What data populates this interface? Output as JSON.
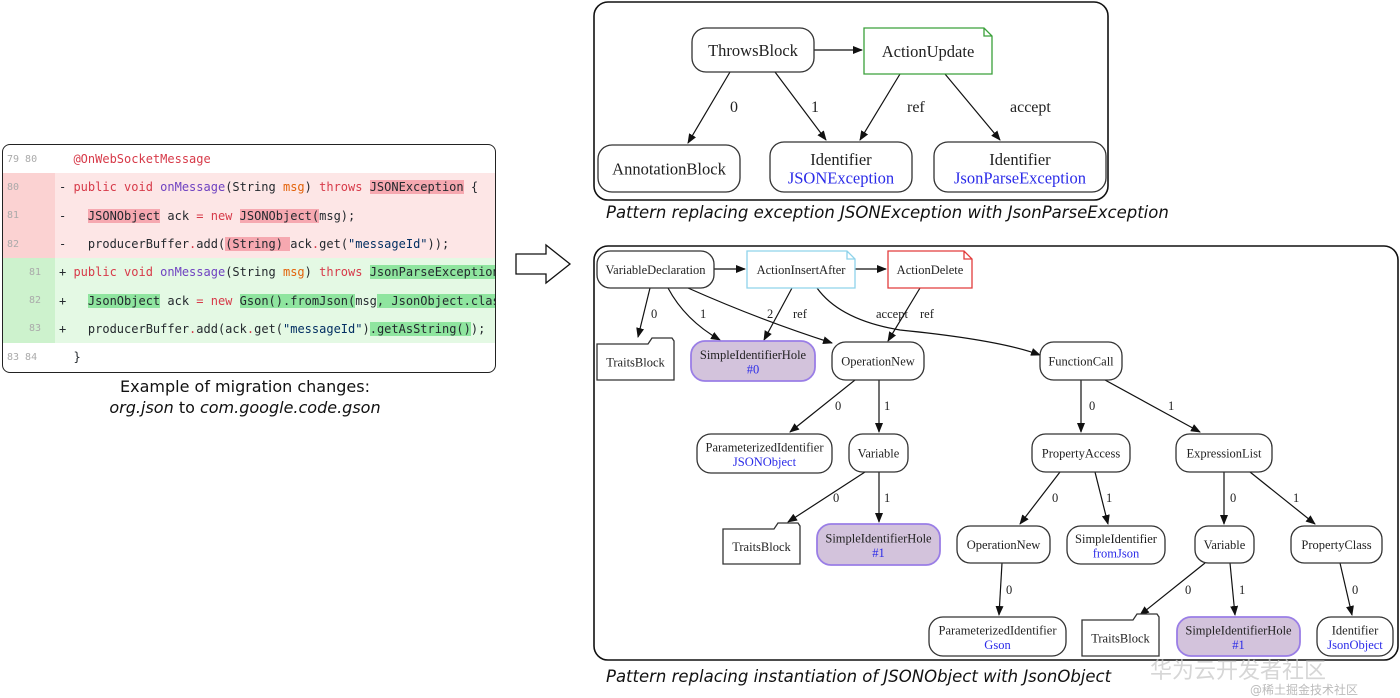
{
  "code_diff": {
    "rows": [
      {
        "type": "ctx",
        "num": "79 80",
        "tokens": [
          [
            "  ",
            ""
          ],
          [
            "@OnWebSocketMessage",
            "t-ann"
          ]
        ]
      },
      {
        "type": "del",
        "num": "80",
        "tokens": [
          [
            "- ",
            ""
          ],
          [
            "public void ",
            "t-kw"
          ],
          [
            "onMessage",
            "t-fn"
          ],
          [
            "(String ",
            ""
          ],
          [
            "msg",
            "t-var"
          ],
          [
            ") ",
            ""
          ],
          [
            "throws ",
            "t-kw"
          ],
          [
            "JSONException",
            "t-hd"
          ],
          [
            " {",
            ""
          ]
        ]
      },
      {
        "type": "del",
        "num": "81",
        "tokens": [
          [
            "-   ",
            ""
          ],
          [
            "JSONObject",
            "t-hd"
          ],
          [
            " ack ",
            ""
          ],
          [
            "= new ",
            "t-op"
          ],
          [
            "JSONObject(",
            "t-hd"
          ],
          [
            "msg);",
            ""
          ]
        ]
      },
      {
        "type": "del",
        "num": "82",
        "tokens": [
          [
            "-   producerBuffer",
            ""
          ],
          [
            ".",
            "t-op"
          ],
          [
            "add(",
            ""
          ],
          [
            "(String) ",
            "t-hd"
          ],
          [
            "ack",
            ""
          ],
          [
            ".",
            "t-op"
          ],
          [
            "get(",
            ""
          ],
          [
            "\"messageId\"",
            "t-str"
          ],
          [
            "));",
            ""
          ]
        ]
      },
      {
        "type": "add",
        "num": "81",
        "tokens": [
          [
            "+ ",
            ""
          ],
          [
            "public void ",
            "t-kw"
          ],
          [
            "onMessage",
            "t-fn"
          ],
          [
            "(String ",
            ""
          ],
          [
            "msg",
            "t-var"
          ],
          [
            ") ",
            ""
          ],
          [
            "throws ",
            "t-kw"
          ],
          [
            "JsonParseException",
            "t-ha"
          ],
          [
            " {",
            ""
          ]
        ]
      },
      {
        "type": "add",
        "num": "82",
        "tokens": [
          [
            "+   ",
            ""
          ],
          [
            "JsonObject",
            "t-ha"
          ],
          [
            " ack ",
            ""
          ],
          [
            "= new ",
            "t-op"
          ],
          [
            "Gson().fromJson(",
            "t-ha"
          ],
          [
            "msg",
            ""
          ],
          [
            ", JsonObject.class)",
            "t-ha"
          ],
          [
            ";",
            ""
          ]
        ]
      },
      {
        "type": "add",
        "num": "83",
        "tokens": [
          [
            "+   producerBuffer",
            ""
          ],
          [
            ".",
            "t-op"
          ],
          [
            "add(ack",
            ""
          ],
          [
            ".",
            "t-op"
          ],
          [
            "get(",
            ""
          ],
          [
            "\"messageId\"",
            "t-str"
          ],
          [
            ")",
            ""
          ],
          [
            ".getAsString()",
            "t-ha"
          ],
          [
            ");",
            ""
          ]
        ]
      },
      {
        "type": "ctx",
        "num": "83 84",
        "tokens": [
          [
            "  }",
            ""
          ]
        ]
      }
    ],
    "caption_line1": "Example of migration changes:",
    "caption_from": "org.json",
    "caption_to_word": "to",
    "caption_to": "com.google.code.gson"
  },
  "colors": {
    "node_stroke": "#333333",
    "hole_fill": "#d3c3dc",
    "hole_stroke": "#9a7ee6",
    "action_update": "#3aa03a",
    "action_insert": "#8fd3ea",
    "action_delete": "#e23c3c",
    "sub_label": "#2b2be8"
  },
  "diagram_top": {
    "caption": "Pattern replacing exception JSONException with JsonParseException",
    "nodes": {
      "throws": {
        "label": "ThrowsBlock"
      },
      "update": {
        "label": "ActionUpdate"
      },
      "annot": {
        "label": "AnnotationBlock"
      },
      "id1": {
        "label": "Identifier",
        "sub": "JSONException"
      },
      "id2": {
        "label": "Identifier",
        "sub": "JsonParseException"
      }
    },
    "edges": [
      {
        "from": "throws",
        "to": "update",
        "label": ""
      },
      {
        "from": "throws",
        "to": "annot",
        "label": "0"
      },
      {
        "from": "throws",
        "to": "id1",
        "label": "1"
      },
      {
        "from": "update",
        "to": "id1",
        "label": "ref"
      },
      {
        "from": "update",
        "to": "id2",
        "label": "accept"
      }
    ]
  },
  "diagram_bottom": {
    "caption": "Pattern replacing instantiation of JSONObject with JsonObject",
    "nodes": {
      "vd": {
        "label": "VariableDeclaration"
      },
      "aia": {
        "label": "ActionInsertAfter"
      },
      "ad": {
        "label": "ActionDelete"
      },
      "tb1": {
        "label": "TraitsBlock"
      },
      "sih0": {
        "label": "SimpleIdentifierHole",
        "sub": "#0"
      },
      "on1": {
        "label": "OperationNew"
      },
      "fc": {
        "label": "FunctionCall"
      },
      "pi1": {
        "label": "ParameterizedIdentifier",
        "sub": "JSONObject"
      },
      "var1": {
        "label": "Variable"
      },
      "pa": {
        "label": "PropertyAccess"
      },
      "el": {
        "label": "ExpressionList"
      },
      "tb2": {
        "label": "TraitsBlock"
      },
      "sih1": {
        "label": "SimpleIdentifierHole",
        "sub": "#1"
      },
      "on2": {
        "label": "OperationNew"
      },
      "si": {
        "label": "SimpleIdentifier",
        "sub": "fromJson"
      },
      "var2": {
        "label": "Variable"
      },
      "pc": {
        "label": "PropertyClass"
      },
      "pi2": {
        "label": "ParameterizedIdentifier",
        "sub": "Gson"
      },
      "tb3": {
        "label": "TraitsBlock"
      },
      "sih1b": {
        "label": "SimpleIdentifierHole",
        "sub": "#1"
      },
      "ident": {
        "label": "Identifier",
        "sub": "JsonObject"
      }
    },
    "edges": [
      {
        "from": "vd",
        "to": "aia",
        "label": ""
      },
      {
        "from": "aia",
        "to": "ad",
        "label": ""
      },
      {
        "from": "vd",
        "to": "tb1",
        "label": "0"
      },
      {
        "from": "vd",
        "to": "sih0",
        "label": "1"
      },
      {
        "from": "vd",
        "to": "on1",
        "label": "2"
      },
      {
        "from": "aia",
        "to": "sih0",
        "label": "ref"
      },
      {
        "from": "aia",
        "to": "fc",
        "label": "accept"
      },
      {
        "from": "ad",
        "to": "on1",
        "label": "ref"
      },
      {
        "from": "on1",
        "to": "pi1",
        "label": "0"
      },
      {
        "from": "on1",
        "to": "var1",
        "label": "1"
      },
      {
        "from": "fc",
        "to": "pa",
        "label": "0"
      },
      {
        "from": "fc",
        "to": "el",
        "label": "1"
      },
      {
        "from": "var1",
        "to": "tb2",
        "label": "0"
      },
      {
        "from": "var1",
        "to": "sih1",
        "label": "1"
      },
      {
        "from": "pa",
        "to": "on2",
        "label": "0"
      },
      {
        "from": "pa",
        "to": "si",
        "label": "1"
      },
      {
        "from": "el",
        "to": "var2",
        "label": "0"
      },
      {
        "from": "el",
        "to": "pc",
        "label": "1"
      },
      {
        "from": "on2",
        "to": "pi2",
        "label": "0"
      },
      {
        "from": "var2",
        "to": "tb3",
        "label": "0"
      },
      {
        "from": "var2",
        "to": "sih1b",
        "label": "1"
      },
      {
        "from": "pc",
        "to": "ident",
        "label": "0"
      }
    ]
  },
  "watermark": {
    "main": "华为云开发者社区",
    "sub": "@稀土掘金技术社区"
  }
}
